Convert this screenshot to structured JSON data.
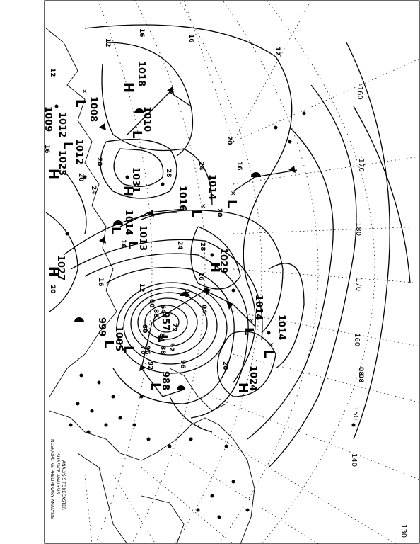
{
  "pressure_centers": [
    {
      "type": "H",
      "value": "1018"
    },
    {
      "type": "H",
      "value": "1031"
    },
    {
      "type": "H",
      "value": "1029"
    },
    {
      "type": "H",
      "value": "1024"
    },
    {
      "type": "H",
      "value": "1027"
    },
    {
      "type": "H",
      "value": "1023"
    },
    {
      "type": "L",
      "value": "1010"
    },
    {
      "type": "L",
      "value": "1008"
    },
    {
      "type": "L",
      "value": "1012"
    },
    {
      "type": "L",
      "value": "1014"
    },
    {
      "type": "L",
      "value": "1013"
    },
    {
      "type": "L",
      "value": "1016"
    },
    {
      "type": "L",
      "value": "1014"
    },
    {
      "type": "L",
      "value": "1014"
    },
    {
      "type": "L",
      "value": "1014"
    },
    {
      "type": "L",
      "value": "1005"
    },
    {
      "type": "L",
      "value": "999"
    },
    {
      "type": "L",
      "value": "957"
    },
    {
      "type": "L",
      "value": "988"
    }
  ],
  "isobar_labels": [
    "16",
    "16",
    "12",
    "12",
    "20",
    "20",
    "24",
    "28",
    "24",
    "20",
    "16",
    "16",
    "20",
    "24",
    "28",
    "16",
    "12",
    "08",
    "04",
    "00",
    "96",
    "92",
    "88",
    "84",
    "80",
    "76",
    "72",
    "64",
    "60",
    "96",
    "92",
    "88",
    "16",
    "20",
    "12",
    "16",
    "20",
    "08",
    "1009",
    "1012"
  ],
  "longitude_labels": [
    "-160",
    "-170",
    "180",
    "170",
    "160",
    "150",
    "140",
    "130"
  ],
  "header": {
    "line1": "NCEP/OPC NE PRELIMINARY ANALYSIS",
    "line2": "SURFACE ANALYSIS",
    "line3": "ANALYSIS FORECASTER"
  },
  "colors": {
    "ink": "#000000",
    "paper": "#ffffff"
  }
}
